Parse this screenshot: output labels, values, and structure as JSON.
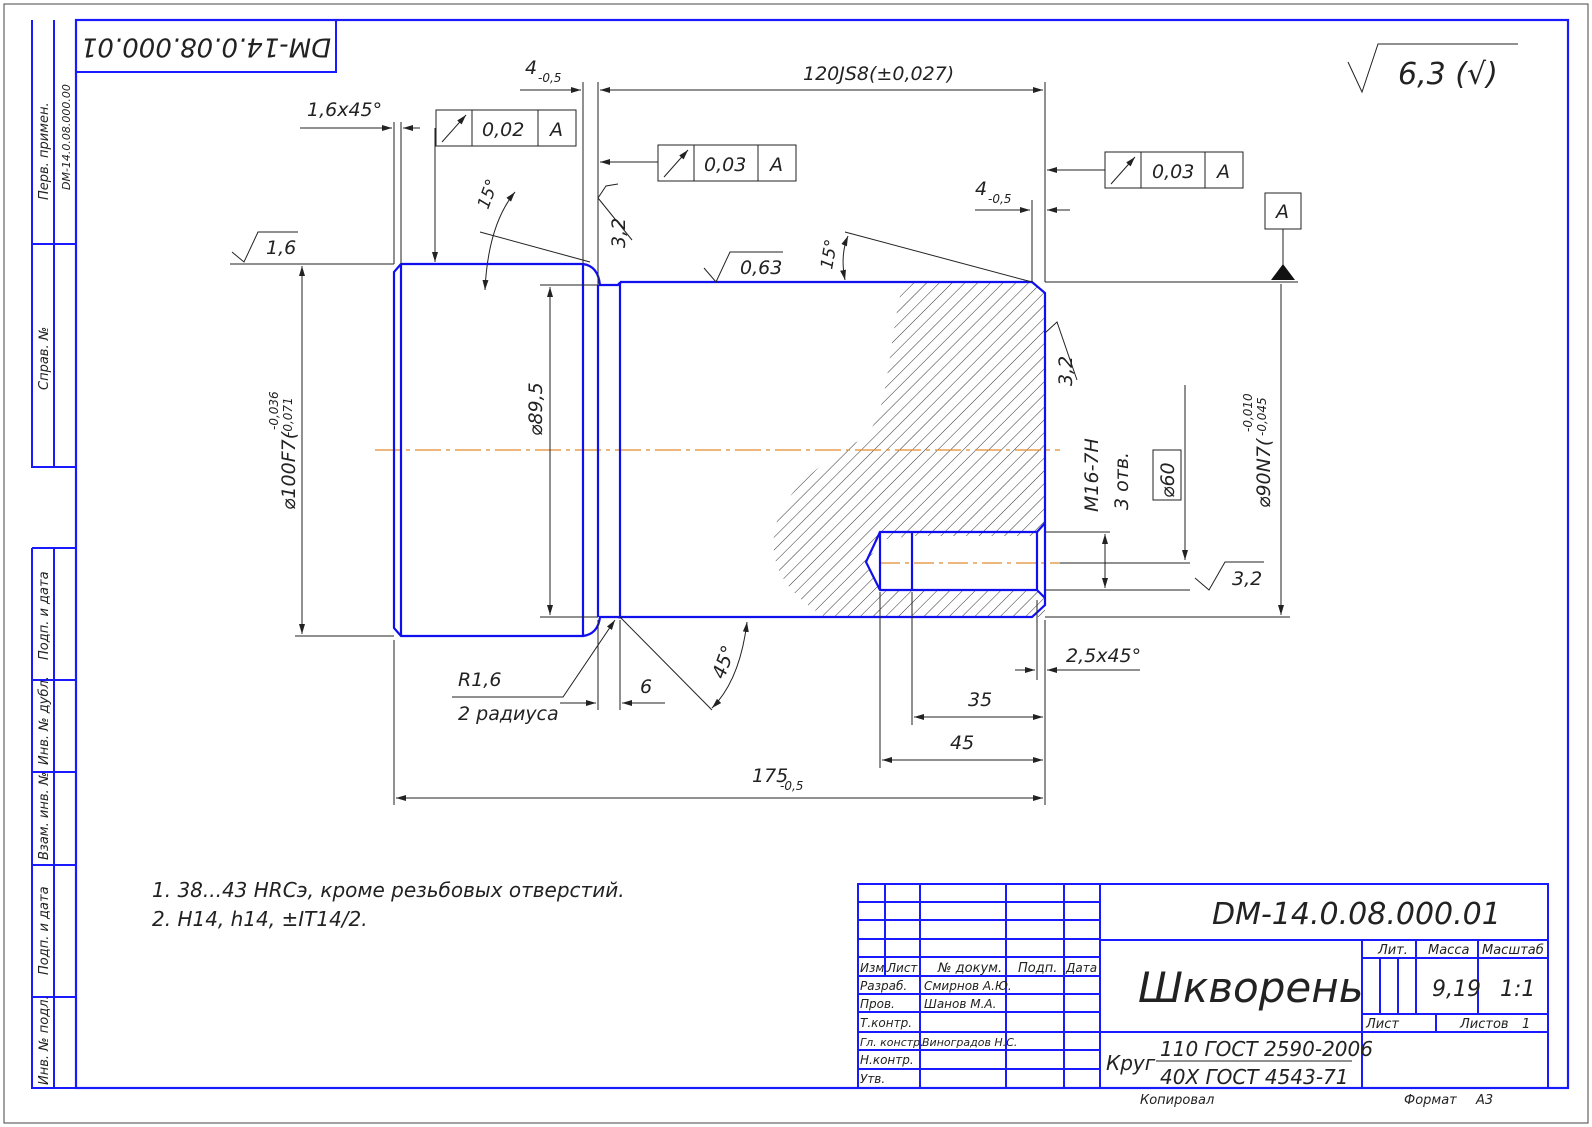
{
  "drawing": {
    "designation_rotated": "DM-14.0.08.000.01",
    "roughness_general": "6,3 (√)",
    "dims": {
      "chamfer_left": "1,6x45°",
      "groove_width": "4",
      "groove_tol": "-0,5",
      "length_120": "120JS8(±0,027)",
      "runout1_value": "0,02",
      "runout1_base": "A",
      "runout2_value": "0,03",
      "runout2_base": "A",
      "runout3_value": "0,03",
      "runout3_base": "A",
      "right_groove": "4",
      "right_groove_tol": "-0,5",
      "datum_label": "A",
      "angle_15_left": "15°",
      "angle_15_right": "15°",
      "rough_16": "1,6",
      "rough_063": "0,63",
      "rough_32_a": "3,2",
      "rough_32_b": "3,2",
      "rough_32_c": "3,2",
      "dia_100": "⌀100F7(",
      "dia_100_tol_up": "-0,036",
      "dia_100_tol_lo": "-0,071",
      "dia_895": "⌀89,5",
      "dia_90": "⌀90N7(",
      "dia_90_tol_up": "-0,010",
      "dia_90_tol_lo": "-0,045",
      "thread": "M16-7H",
      "holes": "3 отв.",
      "pcd": "⌀60",
      "radius": "R1,6",
      "radius_note": "2 радиуса",
      "dim_6": "6",
      "angle_45": "45°",
      "chamfer_right": "2,5x45°",
      "dim_35": "35",
      "dim_45": "45",
      "total_len": "175",
      "total_len_tol": "-0,5"
    },
    "notes": [
      "1. 38...43 HRCэ, кроме резьбовых отверстий.",
      "2. H14, h14, ±IT14/2."
    ]
  },
  "side_stamps": {
    "first_use": "Перв. примен.",
    "first_use_val": "DM-14.0.08.000.00",
    "ref_no": "Справ. №",
    "sign_date1": "Подп. и дата",
    "inv_dup": "Инв. № дубл.",
    "replace_inv": "Взам. инв. №",
    "sign_date2": "Подп. и дата",
    "inv_orig": "Инв. № подл."
  },
  "title_block": {
    "designation": "DM-14.0.08.000.01",
    "name": "Шкворень",
    "material_prefix": "Круг",
    "material_top": "110 ГОСТ 2590-2006",
    "material_bottom": "40Х ГОСТ 4543-71",
    "col_izm": "Изм.",
    "col_list": "Лист",
    "col_doc": "№ докум.",
    "col_sign": "Подп.",
    "col_date": "Дата",
    "role_dev": "Разраб.",
    "role_check": "Пров.",
    "role_tcontr": "Т.контр.",
    "role_chief": "Гл. констр.",
    "role_ncontr": "Н.контр.",
    "role_appr": "Утв.",
    "name_dev": "Смирнов А.Ю.",
    "name_check": "Шанов М.А.",
    "name_chief": "Виноградов Н.С.",
    "lit": "Лит.",
    "mass": "Масса",
    "scale": "Масштаб",
    "mass_val": "9,19",
    "scale_val": "1:1",
    "sheet": "Лист",
    "sheets": "Листов",
    "sheets_val": "1",
    "copied": "Копировал",
    "format": "Формат",
    "format_val": "А3"
  }
}
